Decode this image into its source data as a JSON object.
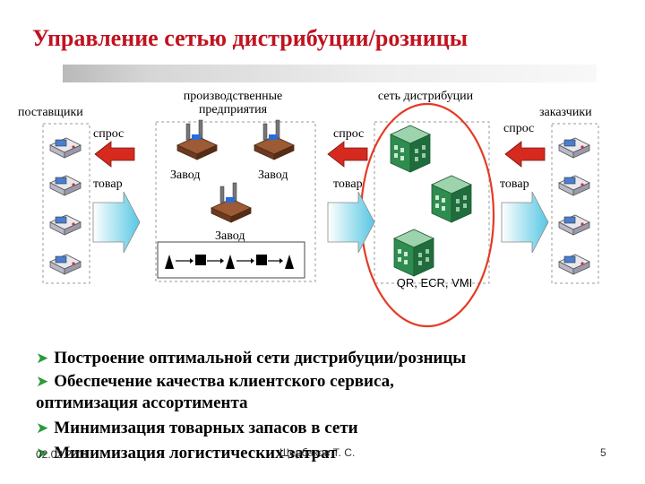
{
  "slide": {
    "title": "Управление сетью дистрибуции/розницы",
    "colors": {
      "title": "#c1121f",
      "arrow_red": "#d62a1f",
      "ring": "#e53b25",
      "bullet": "#2a9a3a",
      "building": "#2f8c4f",
      "factory": "#8b4a2b"
    }
  },
  "diagram": {
    "suppliers_label": "поставщики",
    "producers_label": "производственные предприятия",
    "network_label": "сеть дистрибуции",
    "customers_label": "заказчики",
    "demand_label": "спрос",
    "goods_label": "товар",
    "plant_label": "Завод",
    "network_caption": "QR, ECR, VMI",
    "icons": [
      "computer-icon",
      "factory-icon",
      "warehouse-icon",
      "inventory-icon",
      "process-icon"
    ]
  },
  "bullets": [
    {
      "text": "Построение оптимальной сети дистрибуции/розницы"
    },
    {
      "text": "Обеспечение качества клиентского сервиса,",
      "cont": "оптимизация ассортимента"
    },
    {
      "text": "Минимизация товарных запасов в сети"
    },
    {
      "text": "Минимизация логистических затрат"
    }
  ],
  "footer": {
    "date": "02.02.2011",
    "author": "Щербаков Т. С.",
    "page": "5"
  }
}
